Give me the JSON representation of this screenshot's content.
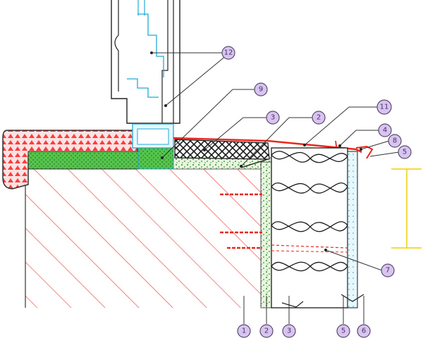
{
  "diagram": {
    "colors": {
      "concrete": "#ff3b3b",
      "insulation_outline": "#1a1a1a",
      "mortar": "#3aa63a",
      "render": "#2f8a2f",
      "frame": "#1faad8",
      "membrane": "#e8281e",
      "dimension": "#f0d000",
      "bubble_fill": "#d8c4f0",
      "bubble_stroke": "#5a4a6a"
    },
    "callouts": [
      {
        "label": "12"
      },
      {
        "label": "9"
      },
      {
        "label": "3"
      },
      {
        "label": "2"
      },
      {
        "label": "11"
      },
      {
        "label": "4"
      },
      {
        "label": "8"
      },
      {
        "label": "5"
      },
      {
        "label": "7"
      },
      {
        "label": "1"
      },
      {
        "label": "2"
      },
      {
        "label": "3"
      },
      {
        "label": "5"
      },
      {
        "label": "6"
      }
    ]
  }
}
